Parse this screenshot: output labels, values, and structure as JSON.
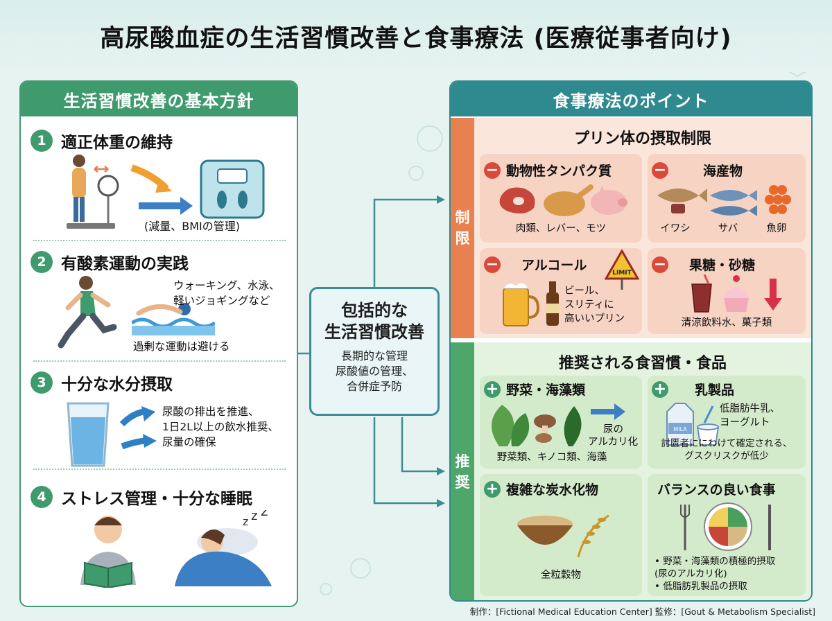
{
  "title": "高尿酸血症の生活習慣改善と食事療法 (医療従事者向け)",
  "left_panel": {
    "header": "生活習慣改善の基本方針",
    "sections": [
      {
        "num": "1",
        "title": "適正体重の維持",
        "note": "(減量、BMIの管理)"
      },
      {
        "num": "2",
        "title": "有酸素運動の実践",
        "note_a": "ウォーキング、水泳、",
        "note_b": "軽いジョギングなど",
        "note_c": "過剰な運動は避ける"
      },
      {
        "num": "3",
        "title": "十分な水分摂取",
        "note_a": "尿酸の排出を推進、",
        "note_b": "1日2L以上の飲水推奨、",
        "note_c": "尿量の確保"
      },
      {
        "num": "4",
        "title": "ストレス管理・十分な睡眠"
      }
    ]
  },
  "center": {
    "title_a": "包括的な",
    "title_b": "生活習慣改善",
    "sub_a": "長期的な管理",
    "sub_b": "尿酸値の管理、",
    "sub_c": "合併症予防"
  },
  "right_panel": {
    "header": "食事療法のポイント",
    "limit": {
      "tab": [
        "制",
        "限"
      ],
      "title": "プリン体の摂取制限",
      "cards": [
        {
          "title": "動物性タンパク質",
          "caption": "肉類、レバー、モツ"
        },
        {
          "title": "海産物",
          "caption_a": "イワシ",
          "caption_b": "サバ",
          "caption_c": "魚卵"
        },
        {
          "title": "アルコール",
          "caption_a": "ビール、",
          "caption_b": "スリティに",
          "caption_c": "高いいプリン",
          "sign": "LIMIT"
        },
        {
          "title": "果糖・砂糖",
          "caption": "清涼飲料水、菓子類"
        }
      ]
    },
    "rec": {
      "tab": [
        "推",
        "奨"
      ],
      "title": "推奨される食習慣・食品",
      "cards": [
        {
          "title": "野菜・海藻類",
          "caption": "野菜類、キノコ類、海藻",
          "arrow_a": "尿の",
          "arrow_b": "アルカリ化"
        },
        {
          "title": "乳製品",
          "caption_a": "低脂肪牛乳、",
          "caption_b": "ヨーグルト",
          "caption_c": "討匮者ににわけて確定される、",
          "caption_d": "グスクリスクが低少",
          "milk_label": "MILA"
        },
        {
          "title": "複雑な炭水化物",
          "caption": "全粒穀物"
        },
        {
          "title": "バランスの良い食事",
          "caption_a": "• 野菜・海藻類の積極的摂取",
          "caption_b": "(尿のアルカリ化)",
          "caption_c": "• 低脂肪乳製品の摂取"
        }
      ]
    }
  },
  "footer": "制作：[Fictional Medical Education Center]  監修：[Gout & Metabolism Specialist]",
  "colors": {
    "green": "#3f9a6e",
    "teal": "#2f8a8f",
    "orange": "#e8804f",
    "red": "#d94a3a",
    "rec_green": "#4fa66a"
  },
  "icons": [
    "scale-icon",
    "runner-icon",
    "swimmer-icon",
    "water-glass-icon",
    "reader-icon",
    "sleeper-icon",
    "meat-icon",
    "fish-icon",
    "beer-icon",
    "sweets-icon",
    "vegetable-icon",
    "milk-icon",
    "grain-icon",
    "plate-icon"
  ]
}
